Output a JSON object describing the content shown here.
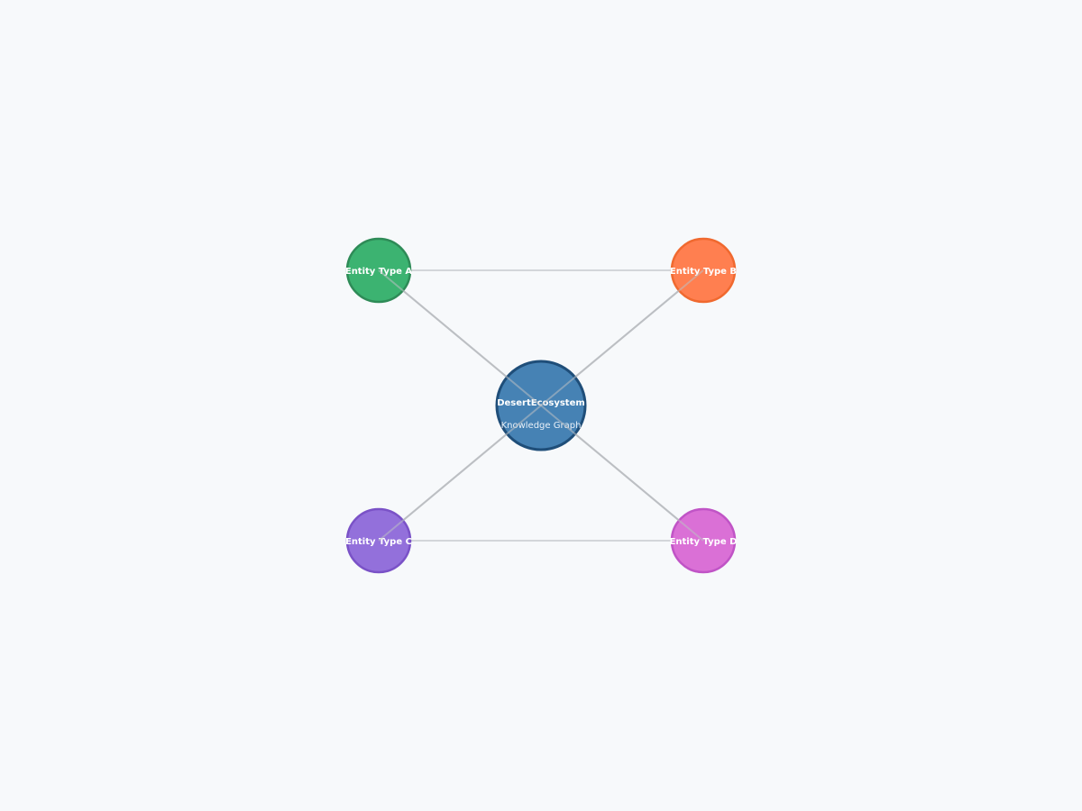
{
  "graph": {
    "center": {
      "title": "DesertEcosystem",
      "subtitle": "Knowledge Graph",
      "fill": "#4682b4",
      "stroke": "#1f4e79"
    },
    "nodes": [
      {
        "id": "a",
        "label": "Entity Type A",
        "fill": "#3cb371",
        "stroke": "#2e8b57"
      },
      {
        "id": "b",
        "label": "Entity Type B",
        "fill": "#ff7f50",
        "stroke": "#f0692f"
      },
      {
        "id": "c",
        "label": "Entity Type C",
        "fill": "#9370db",
        "stroke": "#7a52c7"
      },
      {
        "id": "d",
        "label": "Entity Type D",
        "fill": "#da70d6",
        "stroke": "#c054c6"
      }
    ],
    "edges": [
      {
        "from": "a",
        "to": "b",
        "color": "#d3d6da"
      },
      {
        "from": "c",
        "to": "d",
        "color": "#d3d6da"
      },
      {
        "from": "a",
        "to": "d",
        "color": "#bcbfc3"
      },
      {
        "from": "b",
        "to": "c",
        "color": "#bcbfc3"
      }
    ]
  }
}
